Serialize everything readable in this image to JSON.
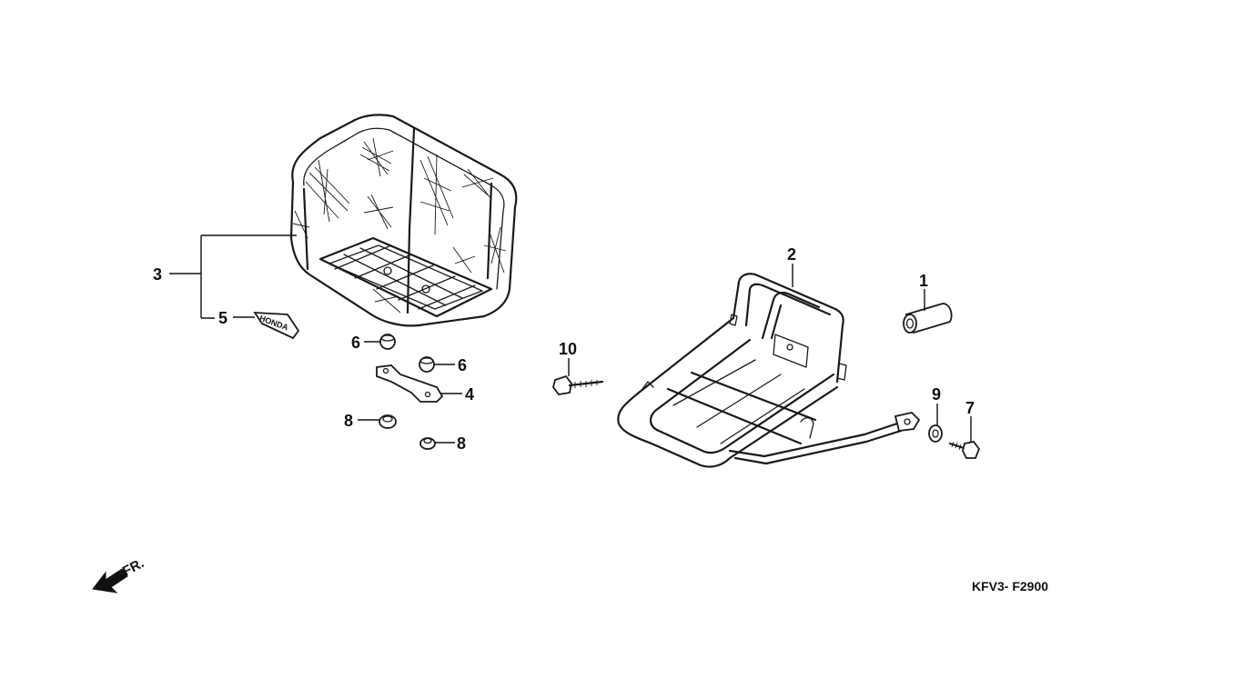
{
  "callouts": {
    "c1": "1",
    "c2": "2",
    "c3": "3",
    "c4": "4",
    "c5": "5",
    "c6a": "6",
    "c6b": "6",
    "c7": "7",
    "c8a": "8",
    "c8b": "8",
    "c9": "9",
    "c10": "10"
  },
  "emblem_text": "HONDA",
  "direction_label": "FR.",
  "drawing_code": "KFV3- F2900",
  "icons": {
    "direction": "front-direction-arrow-icon"
  }
}
